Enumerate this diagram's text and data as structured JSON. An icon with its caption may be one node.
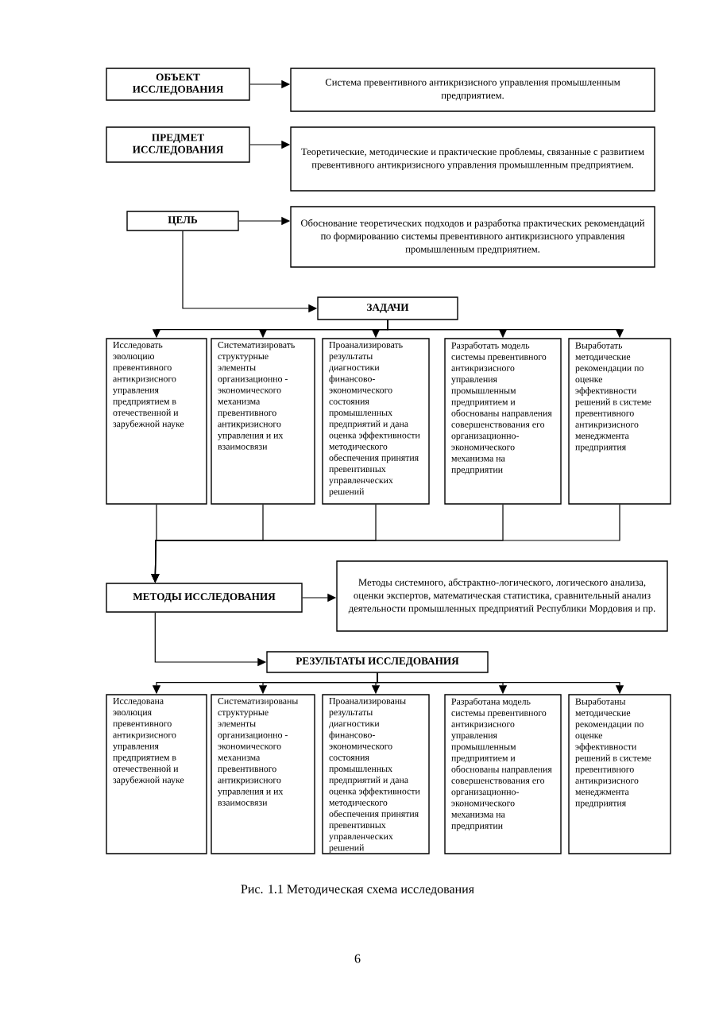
{
  "diagram": {
    "caption": "Рис. 1.1 Методическая схема исследования",
    "nodes": [
      {
        "text": [
          "ОБЪЕКТ ИССЛЕДОВАНИЯ"
        ]
      },
      {
        "text": [
          "Система превентивного антикризисного управления промышленным предприятием."
        ]
      },
      {
        "text": [
          "ПРЕДМЕТ ИССЛЕДОВАНИЯ"
        ]
      },
      {
        "text": [
          "Теоретические, методические и практические проблемы, связанные с развитием превентивного антикризисного управления промышленным предприятием."
        ]
      },
      {
        "text": [
          "ЦЕЛЬ"
        ]
      },
      {
        "text": [
          "Обоснование теоретических подходов и разработка практических рекомендаций по формированию системы превентивного антикризисного управления промышленным предприятием."
        ]
      },
      {
        "text": [
          "ЗАДАЧИ"
        ]
      },
      {
        "text": [
          "Исследовать эволюцию превентивного антикризисного управления предприятием в отечественной и зарубежной науке"
        ]
      },
      {
        "text": [
          "Систематизировать структурные элементы организационно - экономического механизма превентивного антикризисного управления и их взаимосвязи"
        ]
      },
      {
        "text": [
          "Проанализировать результаты диагностики финансово-экономического состояния промышленных предприятий и дана оценка эффективности методического обеспечения принятия превентивных управленческих решений"
        ]
      },
      {
        "text": [
          "Разработать модель системы превентивного антикризисного управления промышленным предприятием и обоснованы направления совершенствования его организационно-экономического механизма на предприятии"
        ]
      },
      {
        "text": [
          "Выработать методические рекомендации по оценке эффективности решений в системе превентивного антикризисного менеджмента предприятия"
        ]
      },
      {
        "text": [
          "МЕТОДЫ ИССЛЕДОВАНИЯ"
        ]
      },
      {
        "text": [
          "Методы системного, абстрактно-логического, логического анализа, оценки экспертов, математическая статистика, сравнительный анализ деятельности промышленных предприятий Республики Мордовия и пр."
        ]
      },
      {
        "text": [
          "РЕЗУЛЬТАТЫ ИССЛЕДОВАНИЯ"
        ]
      },
      {
        "text": [
          "Исследована эволюция превентивного антикризисного управления предприятием в отечественной и зарубежной науке"
        ]
      },
      {
        "text": [
          "Систематизированы структурные элементы организационно - экономического механизма превентивного антикризисного управления и их взаимосвязи"
        ]
      },
      {
        "text": [
          "Проанализированы результаты диагностики финансово-экономического состояния промышленных предприятий и дана оценка эффективности методического обеспечения принятия превентивных управленческих решений"
        ]
      },
      {
        "text": [
          "Разработана модель системы превентивного антикризисного управления промышленным предприятием и обоснованы направления совершенствования его организационно-экономического механизма на предприятии"
        ]
      },
      {
        "text": [
          "Выработаны методические рекомендации по оценке эффективности решений в системе превентивного антикризисного менеджмента предприятия"
        ]
      }
    ],
    "edges": [
      {
        "from": 0,
        "to": 1,
        "arrow": "to"
      },
      {
        "from": 2,
        "to": 3,
        "arrow": "to"
      },
      {
        "from": 4,
        "to": 5,
        "arrow": "to"
      },
      {
        "from": 4,
        "to": 6,
        "arrow": "to"
      },
      {
        "from": 6,
        "to": 7,
        "arrow": "to"
      },
      {
        "from": 6,
        "to": 8,
        "arrow": "to"
      },
      {
        "from": 6,
        "to": 9,
        "arrow": "to"
      },
      {
        "from": 6,
        "to": 10,
        "arrow": "to"
      },
      {
        "from": 6,
        "to": 11,
        "arrow": "to"
      },
      {
        "from": 7,
        "to": 12,
        "arrow": "to"
      },
      {
        "from": 8,
        "to": 12,
        "arrow": "to"
      },
      {
        "from": 9,
        "to": 12,
        "arrow": "to"
      },
      {
        "from": 10,
        "to": 12,
        "arrow": "to"
      },
      {
        "from": 11,
        "to": 12,
        "arrow": "to"
      },
      {
        "from": 12,
        "to": 13,
        "arrow": "to"
      },
      {
        "from": 12,
        "to": 14,
        "arrow": "to"
      },
      {
        "from": 14,
        "to": 15,
        "arrow": "to"
      },
      {
        "from": 14,
        "to": 16,
        "arrow": "to"
      },
      {
        "from": 14,
        "to": 17,
        "arrow": "to"
      },
      {
        "from": 14,
        "to": 18,
        "arrow": "to"
      },
      {
        "from": 14,
        "to": 19,
        "arrow": "to"
      }
    ],
    "labels": [
      "6"
    ]
  }
}
